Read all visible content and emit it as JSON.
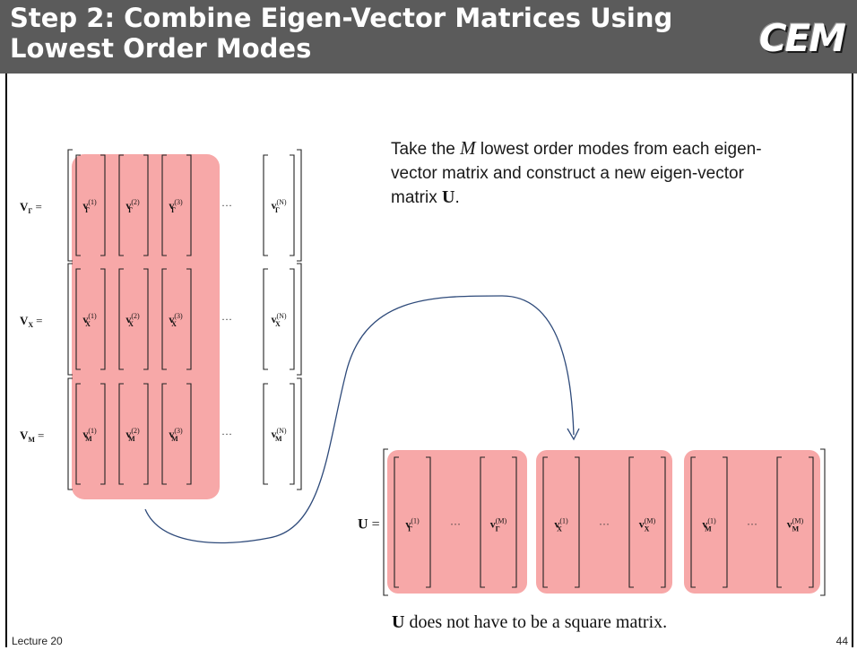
{
  "slide": {
    "title": "Step 2: Combine Eigen-Vector Matrices Using Lowest Order Modes",
    "logo_text": "CEM",
    "footer_left": "Lecture 20",
    "page_number": "44"
  },
  "description": {
    "before_m": "Take the",
    "m_symbol": "M",
    "after_m": "lowest order modes from each eigen-vector matrix and construct a new eigen-vector matrix",
    "u_symbol": "U",
    "end": "."
  },
  "note": {
    "u_symbol": "U",
    "text": "does not have to be a square matrix."
  },
  "matrices": [
    {
      "label": "V",
      "sub": "Γ",
      "cols": [
        "(1)",
        "(2)",
        "(3)"
      ],
      "last": "(N)"
    },
    {
      "label": "V",
      "sub": "X",
      "cols": [
        "(1)",
        "(2)",
        "(3)"
      ],
      "last": "(N)"
    },
    {
      "label": "V",
      "sub": "M",
      "cols": [
        "(1)",
        "(2)",
        "(3)"
      ],
      "last": "(N)"
    }
  ],
  "u_matrix": {
    "label": "U",
    "groups": [
      {
        "sub": "Γ",
        "first": "(1)",
        "last": "(M)"
      },
      {
        "sub": "X",
        "first": "(1)",
        "last": "(M)"
      },
      {
        "sub": "M",
        "first": "(1)",
        "last": "(M)"
      }
    ]
  },
  "ellipsis": "···",
  "colors": {
    "title_bar": "#5b5b5b",
    "highlight": "#f7a8a8",
    "arrow": "#2e4a7a"
  }
}
